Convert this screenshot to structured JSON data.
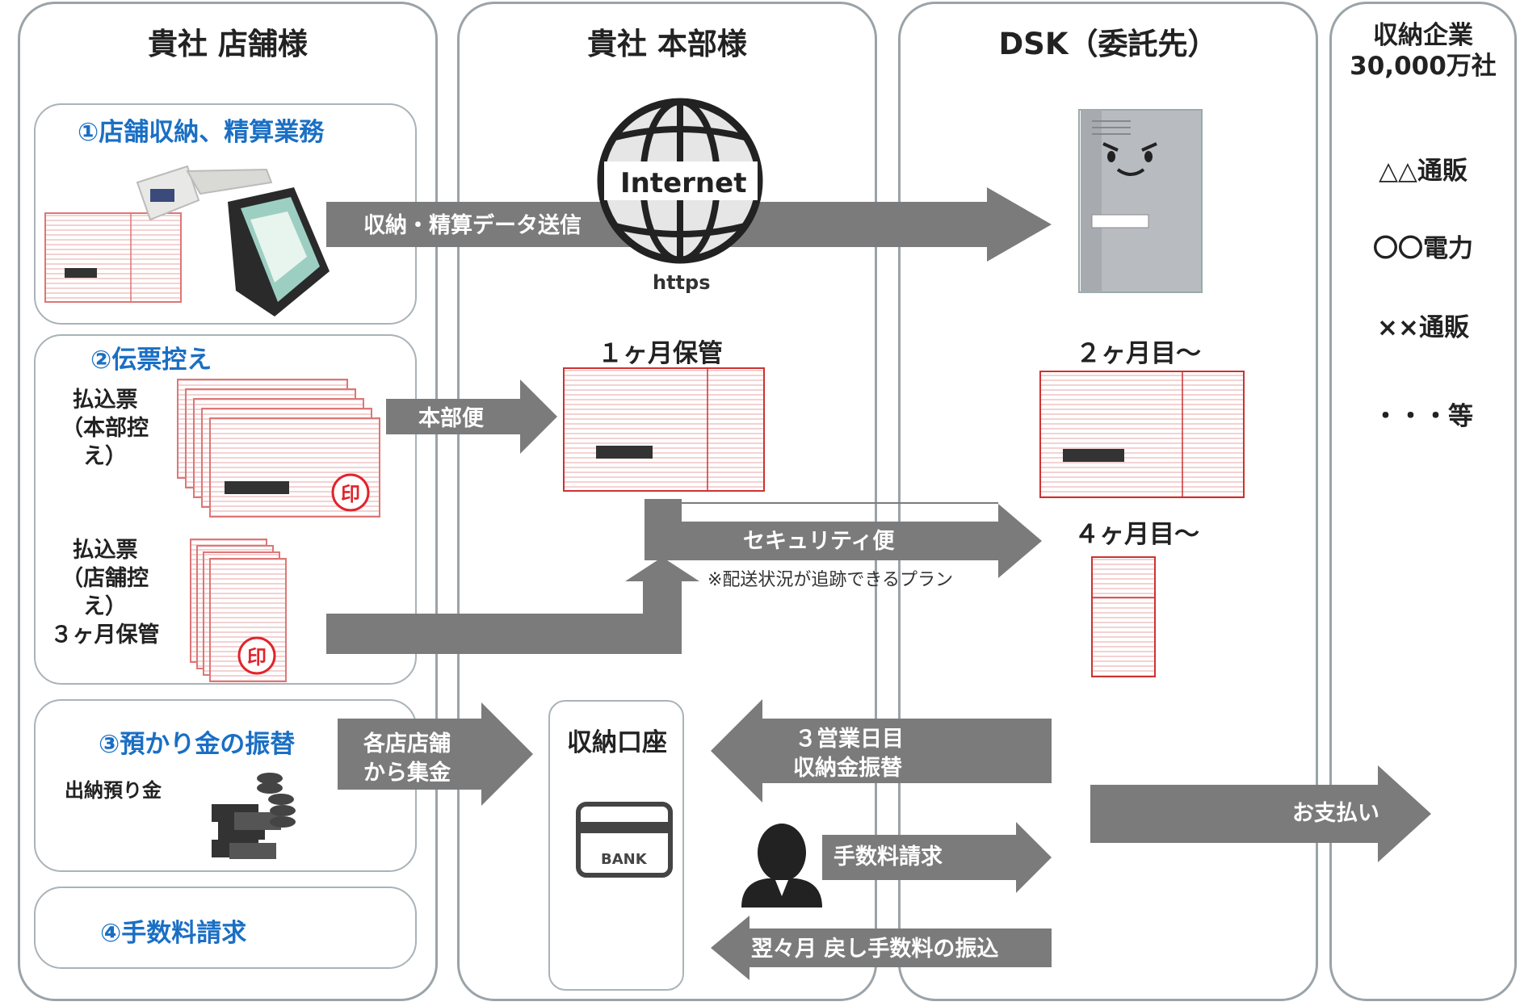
{
  "columns": {
    "store": "貴社 店舗様",
    "hq": "貴社 本部様",
    "dsk": "DSK（委託先）",
    "companies_line1": "収納企業",
    "companies_line2": "30,000万社"
  },
  "sections": {
    "s1": "①店舗収納、精算業務",
    "s2": "②伝票控え",
    "s3": "③預かり金の振替",
    "s4": "④手数料請求"
  },
  "labels": {
    "slip_hq_1": "払込票",
    "slip_hq_2": "（本部控え）",
    "slip_store_1": "払込票",
    "slip_store_2": "（店舗控え）",
    "slip_store_3": "３ヶ月保管",
    "deposit": "出納預り金",
    "internet": "Internet",
    "https": "https",
    "keep_1m": "１ヶ月保管",
    "month2": "２ヶ月目～",
    "month4": "４ヶ月目～",
    "account": "収納口座",
    "bank": "BANK",
    "tracking_note": "※配送状況が追跡できるプラン",
    "stamp": "印"
  },
  "arrows": {
    "send_data": "収納・精算データ送信",
    "hq_mail": "本部便",
    "security": "セキュリティ便",
    "collect_1": "各店店舗",
    "collect_2": "から集金",
    "transfer_1": "３営業日目",
    "transfer_2": "収納金振替",
    "fee_request": "手数料請求",
    "refund": "翌々月 戻し手数料の振込",
    "payment": "お支払い"
  },
  "companies": [
    "△△通販",
    "〇〇電力",
    "××通販",
    "・・・等"
  ],
  "colors": {
    "arrow": "#7b7b7b",
    "border": "#9aa3a8",
    "section_title": "#1a6fc4",
    "stamp_red": "#e0242c"
  }
}
